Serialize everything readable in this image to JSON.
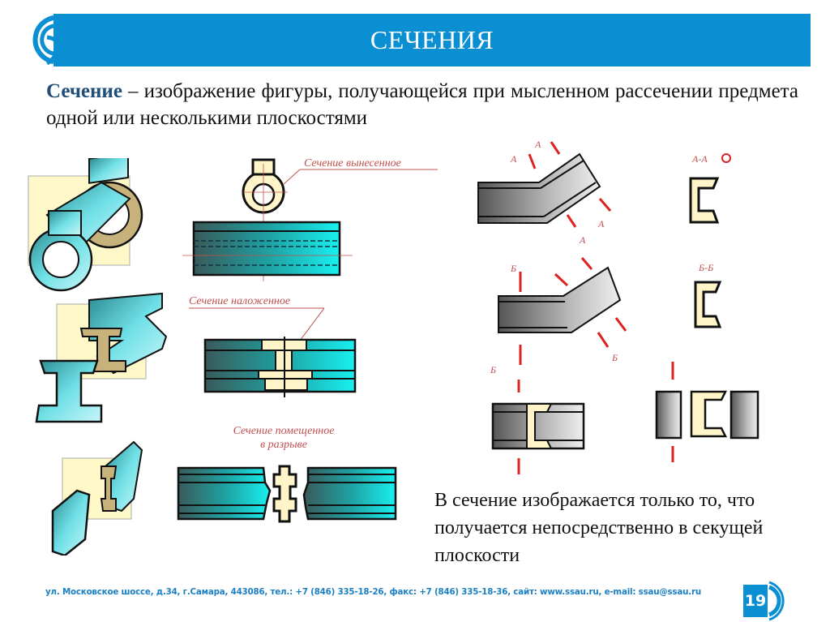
{
  "header": {
    "title": "СЕЧЕНИЯ",
    "logo_icon": "ssau-logo-icon"
  },
  "definition": {
    "term": "Сечение",
    "dash": " – ",
    "text": "изображение фигуры, получающейся при мысленном рассечении предмета одной или несколькими плоскостями"
  },
  "figures": {
    "removed_section_caption": "Сечение вынесенное",
    "superimposed_section_caption": "Сечение наложенное",
    "in_break_caption_line1": "Сечение помещенное",
    "in_break_caption_line2": "в разрыве",
    "cut_label_a": "А",
    "section_label_aa": "А-А",
    "cut_label_b": "Б",
    "section_label_bb": "Б-Б"
  },
  "note": {
    "text": "В сечение изображается только то, что получается непосредственно в секущей плоскости"
  },
  "footer": {
    "contact": "ул. Московское шоссе, д.34, г.Самара, 443086, тел.: +7 (846) 335-18-26, факс: +7 (846) 335-18-36, сайт: www.ssau.ru, e-mail: ssau@ssau.ru",
    "page_number": "19"
  },
  "colors": {
    "brand_blue": "#0a8fd3",
    "term_color": "#1f4e79",
    "caption_red": "#c0504d",
    "footer_blue": "#1b7fc3"
  }
}
